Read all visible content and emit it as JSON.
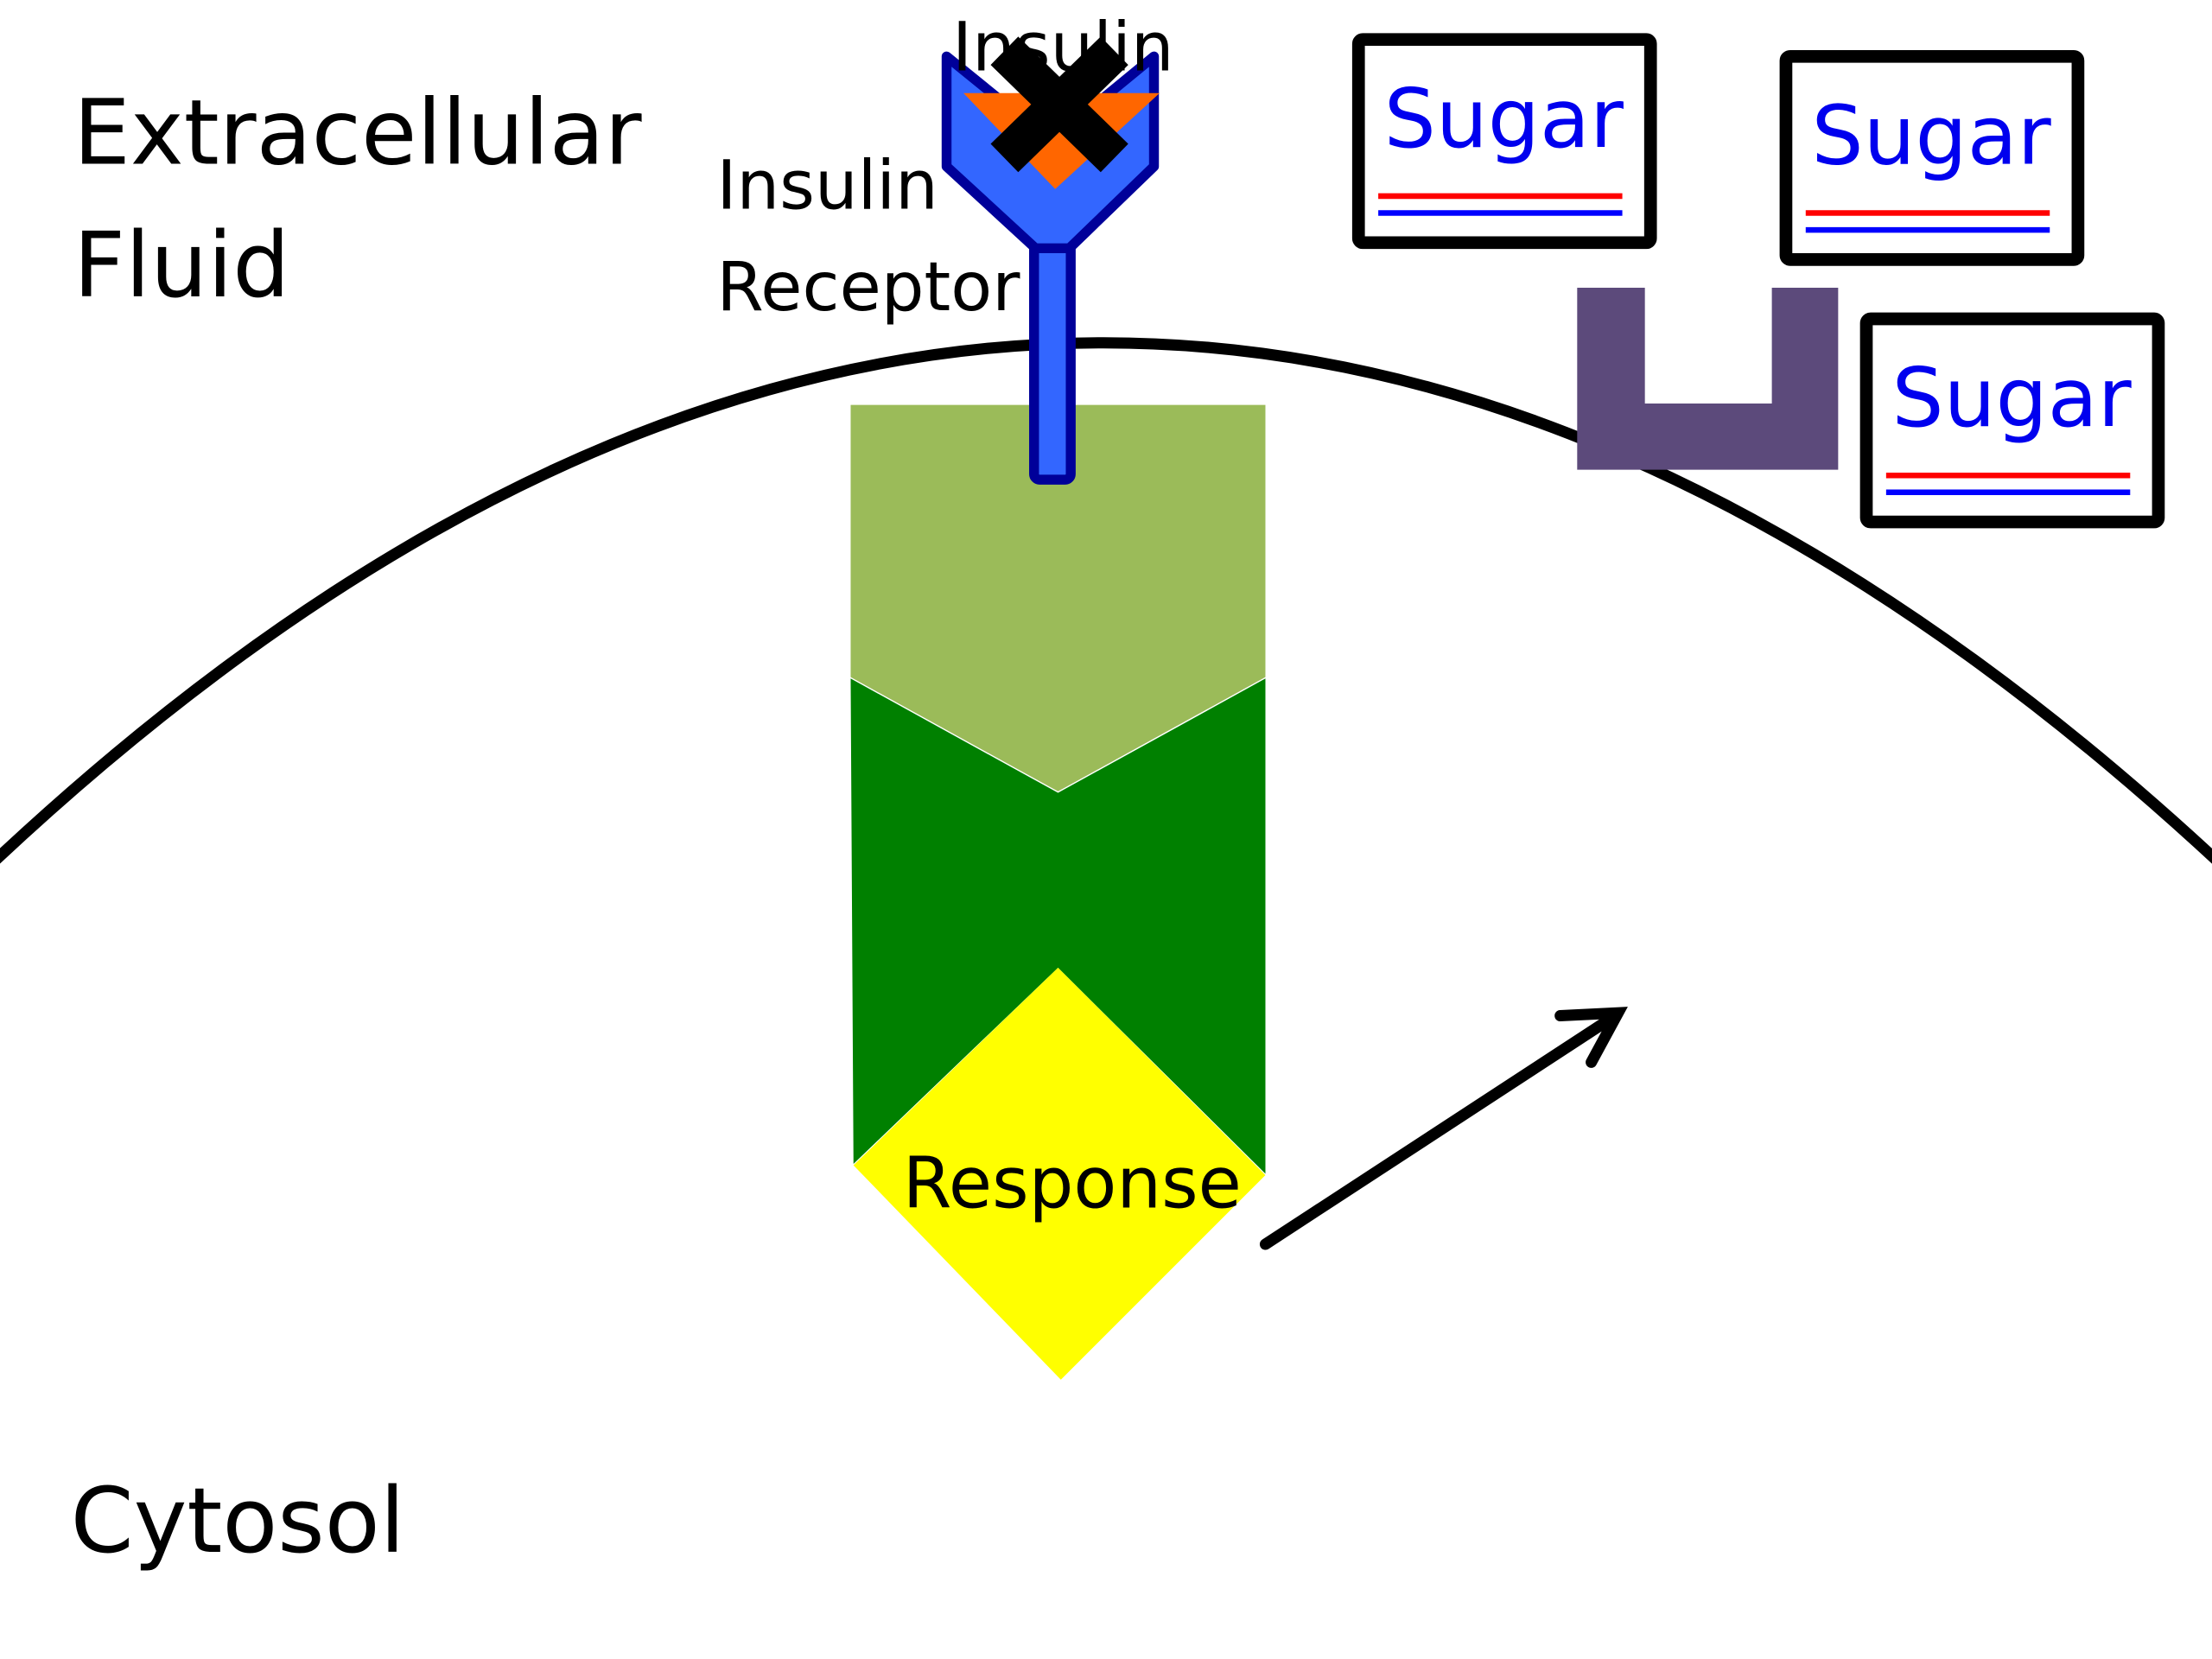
{
  "labels": {
    "extracellular_line1": "Extracellular",
    "extracellular_line2": "Fluid",
    "cytosol": "Cytosol",
    "insulin_top": "Insulin",
    "receptor_line1": "Insulin",
    "receptor_line2": "Receptor",
    "response": "Response"
  },
  "sugars": [
    {
      "label": "Sugar"
    },
    {
      "label": "Sugar"
    },
    {
      "label": "Sugar"
    }
  ],
  "colors": {
    "receptor_fill": "#3366ff",
    "receptor_outline": "#000099",
    "insulin": "#ff6600",
    "light_green": "#9bbb59",
    "dark_green": "#008000",
    "response": "#ffff00",
    "transporter": "#5c4a7b",
    "sugar_text": "#0000ee",
    "sugar_red_line": "#ff0000",
    "sugar_blue_line": "#0000ff"
  },
  "icons": {
    "blocked": "x-mark-icon",
    "direction": "arrow-icon"
  }
}
